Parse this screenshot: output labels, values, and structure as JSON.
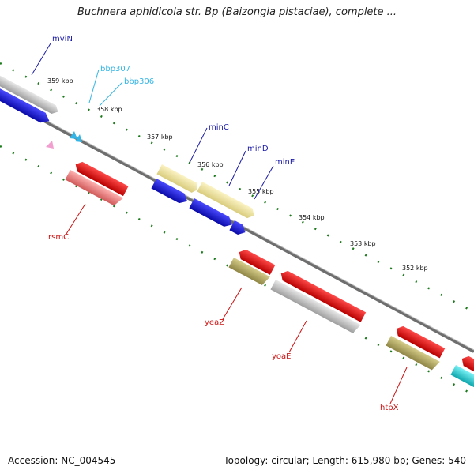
{
  "title": "Buchnera aphidicola str. Bp (Baizongia pistaciae), complete ...",
  "footer": {
    "accession": "Accession: NC_004545",
    "summary": "Topology: circular; Length: 615,980 bp; Genes: 540"
  },
  "scale_labels": [
    "359 kbp",
    "358 kbp",
    "357 kbp",
    "356 kbp",
    "355 kbp",
    "354 kbp",
    "353 kbp",
    "352 kbp"
  ],
  "gene_labels": [
    {
      "text": "mviN",
      "color": "#1a1aa6"
    },
    {
      "text": "bbp307",
      "color": "#33b5e5"
    },
    {
      "text": "bbp306",
      "color": "#33b5e5"
    },
    {
      "text": "minC",
      "color": "#1a1aa6"
    },
    {
      "text": "minD",
      "color": "#1a1aa6"
    },
    {
      "text": "minE",
      "color": "#1a1aa6"
    },
    {
      "text": "rsmC",
      "color": "#cc1111"
    },
    {
      "text": "yeaZ",
      "color": "#cc1111"
    },
    {
      "text": "yoaE",
      "color": "#cc1111"
    },
    {
      "text": "htpX",
      "color": "#cc1111"
    }
  ],
  "colors": {
    "backbone": "#777777",
    "tick": "#1e7a1e",
    "gene_blue": "#1010dd",
    "gene_red": "#ee0f0f",
    "gene_yellow": "#f1e59a",
    "gene_olive": "#b7ad66",
    "gene_gray": "#c8c8c8",
    "gene_pink": "#ef8080",
    "gene_cyan": "#22cfd6"
  }
}
